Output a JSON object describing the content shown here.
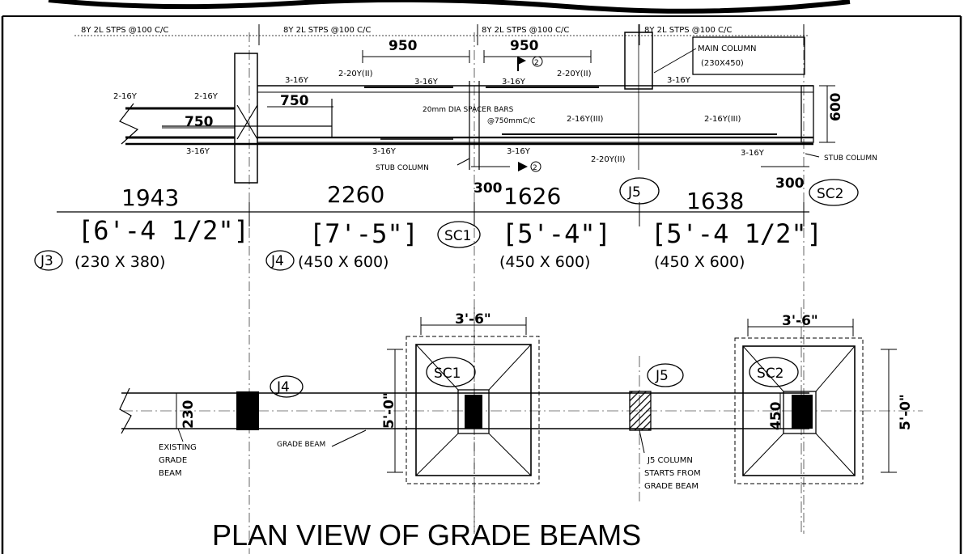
{
  "drawing": {
    "title": "PLAN VIEW OF GRADE BEAMS",
    "stirrups": [
      "8Y 2L STPS @100 C/C",
      "8Y 2L STPS @100 C/C",
      "8Y 2L STPS @100 C/C",
      "8Y 2L STPS @100 C/C"
    ],
    "main_column": [
      "MAIN COLUMN",
      "(230X450)"
    ],
    "stub_column_left": "STUB COLUMN",
    "stub_column_right": "STUB COLUMN",
    "spacer_bars": [
      "20mm DIA SPACER BARS",
      "@750mmC/C"
    ],
    "section_mark": "2",
    "rebar": {
      "top_16y_1": "3-16Y",
      "top_16y_2": "3-16Y",
      "top_16y_3": "3-16Y",
      "top_16y_4": "3-16Y",
      "top_20y_1": "2-20Y(II)",
      "top_20y_2": "2-20Y(II)",
      "existing_top": "2-16Y",
      "existing_top_2": "2-16Y",
      "existing_bottom": "3-16Y",
      "bottom_16y_1": "3-16Y",
      "bottom_16y_2": "3-16Y",
      "bottom_16y_3": "3-16Y",
      "bottom_20y": "2-20Y(II)",
      "bottom_16y_iii_1": "2-16Y(III)",
      "bottom_16y_iii_2": "2-16Y(III)"
    },
    "dims": {
      "d950_1": "950",
      "d950_2": "950",
      "d750_top": "750",
      "d750_low": "750",
      "d600": "600",
      "d300_left": "300",
      "d300_right": "300"
    },
    "spans": [
      "1943",
      "2260",
      "1626",
      "1638"
    ],
    "imperial": [
      "[6'-4 1/2\"]",
      "[7'-5\"]",
      "[5'-4\"]",
      "[5'-4 1/2\"]"
    ],
    "sections": [
      "(230 X 380)",
      "(450 X 600)",
      "(450 X 600)",
      "(450 X 600)"
    ],
    "tags": {
      "j3": "J3",
      "j4_top": "J4",
      "sc1_top": "SC1",
      "j5_top": "J5",
      "sc2_top": "SC2",
      "j4_plan": "J4",
      "sc1_plan": "SC1",
      "j5_plan": "J5",
      "sc2_plan": "SC2"
    },
    "plan": {
      "footing_left_width": "3'-6\"",
      "footing_right_width": "3'-6\"",
      "footing_left_height": "5'-0\"",
      "footing_right_height": "5'-0\"",
      "beam_depth_left": "230",
      "beam_depth_right": "450",
      "existing_beam": [
        "EXISTING",
        "GRADE",
        "BEAM"
      ],
      "grade_beam": "GRADE BEAM",
      "j5_note": [
        "J5 COLUMN",
        "STARTS FROM",
        "GRADE BEAM"
      ]
    }
  }
}
